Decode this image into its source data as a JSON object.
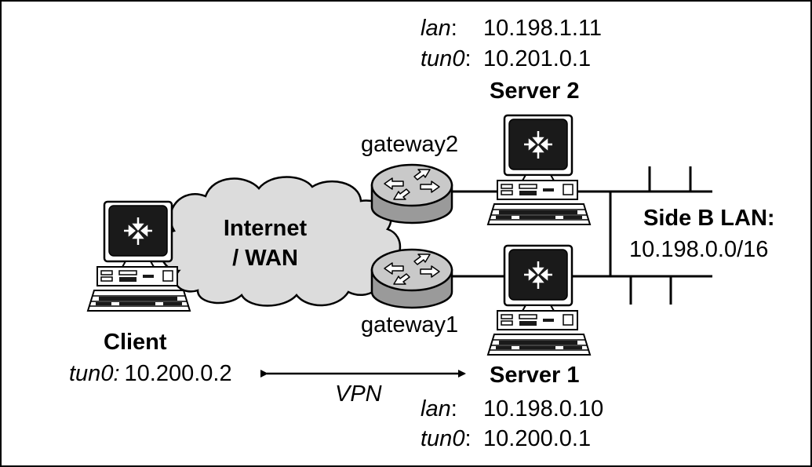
{
  "colors": {
    "background": "#ffffff",
    "cloud_fill": "#dcdcdc",
    "router_fill": "#bdbdbd",
    "screen_fill": "#1a1a1a",
    "line": "#000000"
  },
  "icons": {
    "computer": "computer-icon",
    "router": "router-icon",
    "cloud": "cloud-icon",
    "arrow": "double-arrow"
  },
  "server2": {
    "lan_key": "lan",
    "lan_sep": ":",
    "lan_ip": "10.198.1.11",
    "tun_key": "tun0",
    "tun_sep": ":",
    "tun_ip": "10.201.0.1",
    "title": "Server 2"
  },
  "server1": {
    "title": "Server 1",
    "lan_key": "lan",
    "lan_sep": ":",
    "lan_ip": "10.198.0.10",
    "tun_key": "tun0",
    "tun_sep": ":",
    "tun_ip": "10.200.0.1"
  },
  "gateway2": {
    "label": "gateway2"
  },
  "gateway1": {
    "label": "gateway1"
  },
  "internet": {
    "line1": "Internet",
    "line2": "/ WAN"
  },
  "side_b": {
    "title": "Side B LAN:",
    "subnet": "10.198.0.0/16"
  },
  "client": {
    "title": "Client",
    "tun_key": "tun0:",
    "tun_ip": "10.200.0.2"
  },
  "vpn": {
    "label": "VPN"
  }
}
